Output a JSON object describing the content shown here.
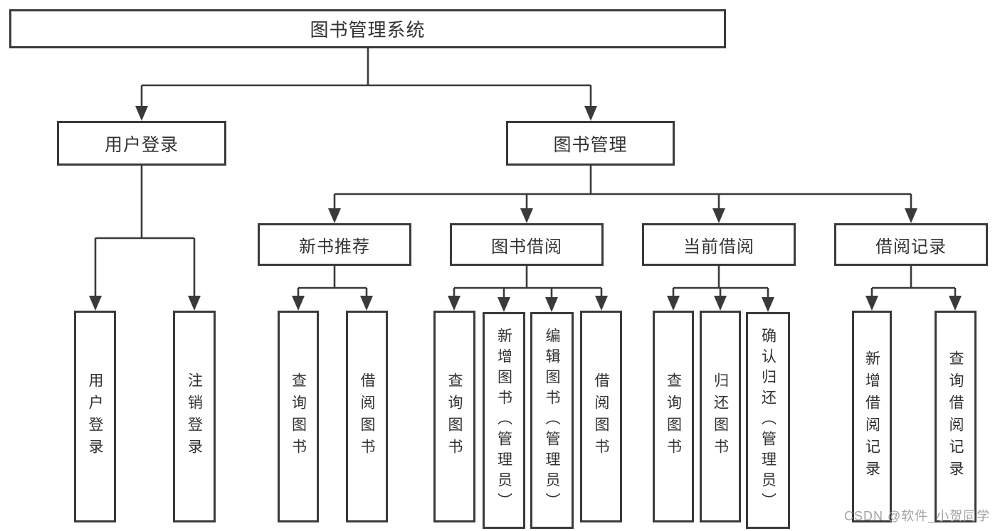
{
  "diagram": {
    "type": "hierarchy-tree",
    "orientation": "top-down",
    "nodes": {
      "root": "图书管理系统",
      "userLogin": "用户登录",
      "bookMgmt": "图书管理",
      "newBookRec": "新书推荐",
      "bookBorrow": "图书借阅",
      "currentBorrow": "当前借阅",
      "borrowRecords": "借阅记录",
      "leafUserLogin": "用户登录",
      "leafLogout": "注销登录",
      "leafNbQuery": "查询图书",
      "leafNbBorrow": "借阅图书",
      "leafBbQuery": "查询图书",
      "leafBbAdd": "新增图书（管理员）",
      "leafBbEdit": "编辑图书（管理员）",
      "leafBbBorrow": "借阅图书",
      "leafCbQuery": "查询图书",
      "leafCbReturn": "归还图书",
      "leafCbConfirm": "确认归还（管理员）",
      "leafBrAdd": "新增借阅记录",
      "leafBrQuery": "查询借阅记录"
    },
    "hierarchy": {
      "图书管理系统": {
        "用户登录": [
          "用户登录",
          "注销登录"
        ],
        "图书管理": {
          "新书推荐": [
            "查询图书",
            "借阅图书"
          ],
          "图书借阅": [
            "查询图书",
            "新增图书（管理员）",
            "编辑图书（管理员）",
            "借阅图书"
          ],
          "当前借阅": [
            "查询图书",
            "归还图书",
            "确认归还（管理员）"
          ],
          "借阅记录": [
            "新增借阅记录",
            "查询借阅记录"
          ]
        }
      }
    }
  },
  "watermark": {
    "text": "CSDN @软件_小贺同学"
  },
  "colors": {
    "line": "#3a3a3a",
    "box_border": "#3a3a3a",
    "box_background": "#ffffff",
    "text": "#333333",
    "watermark": "#a3a3a3",
    "page_background": "#ffffff"
  }
}
